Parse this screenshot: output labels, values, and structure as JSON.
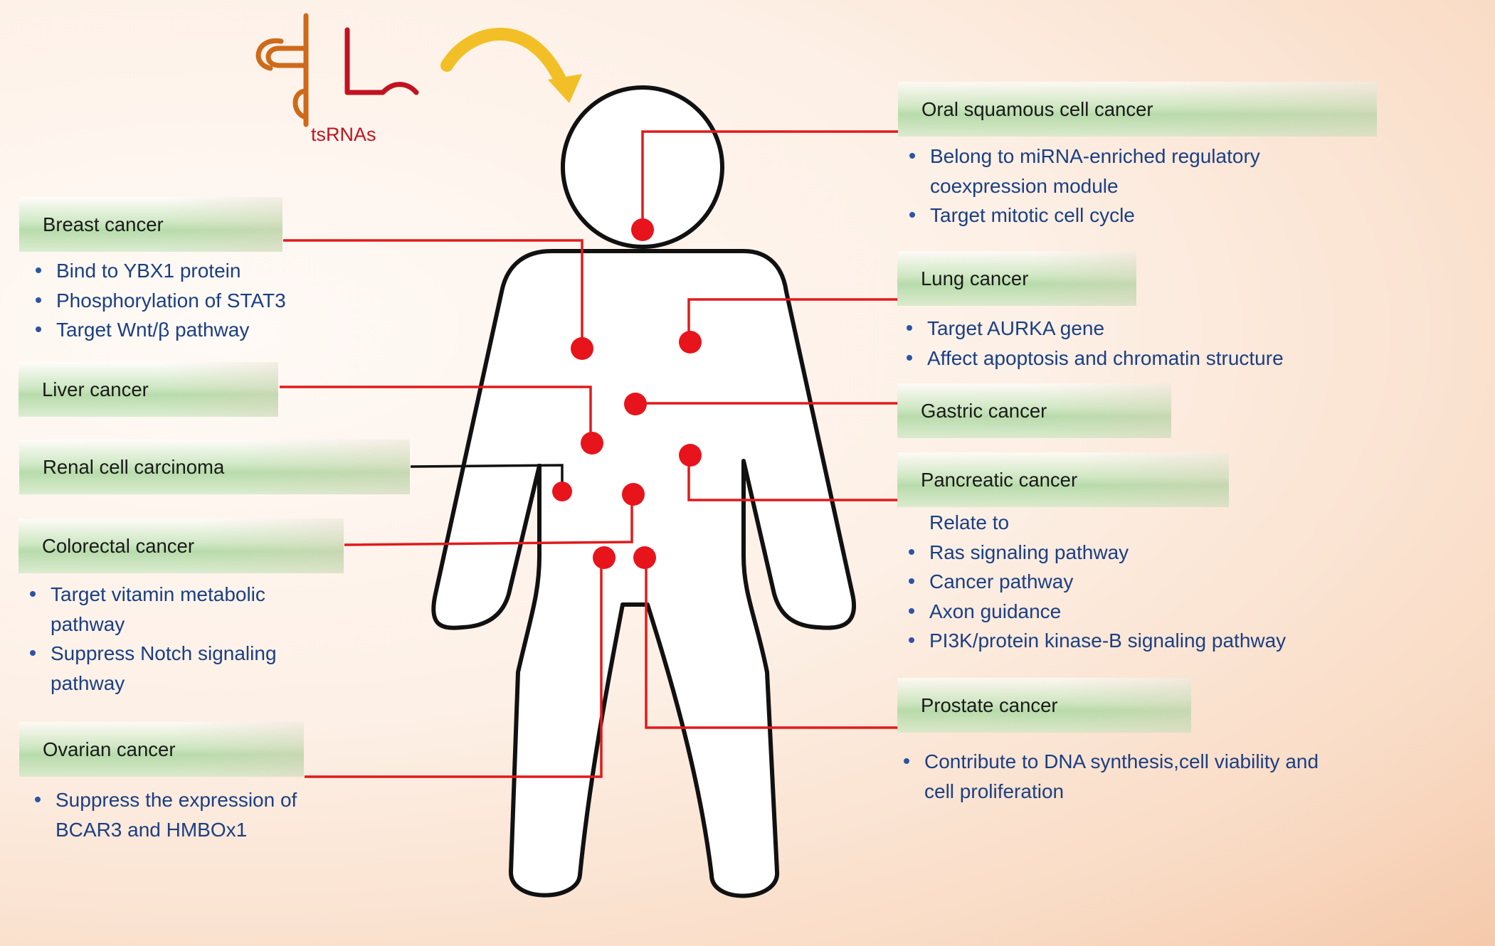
{
  "header": {
    "molecule_label": "tsRNAs",
    "arrow_color": "#f2c026",
    "tsrna_colors": [
      "#cf6a1a",
      "#c1121f"
    ]
  },
  "colors": {
    "line_red": "#e01b1b",
    "dot_red": "#e8141b",
    "line_black": "#111111",
    "text_blue": "#1b3f82",
    "box_green": "#bfe0b1"
  },
  "left_panels": [
    {
      "name": "breast-cancer",
      "title": "Breast cancer",
      "items": [
        "Bind to YBX1 protein",
        "Phosphorylation of STAT3",
        "Target Wnt/β pathway"
      ]
    },
    {
      "name": "liver-cancer",
      "title": "Liver cancer",
      "items": []
    },
    {
      "name": "renal-cell-carcinoma",
      "title": "Renal cell carcinoma",
      "items": []
    },
    {
      "name": "colorectal-cancer",
      "title": "Colorectal cancer",
      "items": [
        "Target vitamin metabolic",
        "pathway",
        "Suppress Notch signaling",
        "pathway"
      ]
    },
    {
      "name": "ovarian-cancer",
      "title": "Ovarian cancer",
      "items": [
        "Suppress the expression of",
        "BCAR3 and HMBOx1"
      ]
    }
  ],
  "right_panels": [
    {
      "name": "oral-squamous-cell-cancer",
      "title": "Oral squamous cell cancer",
      "items": [
        "Belong to miRNA-enriched regulatory",
        "coexpression module",
        "Target mitotic cell cycle"
      ]
    },
    {
      "name": "lung-cancer",
      "title": "Lung cancer",
      "items": [
        "Target AURKA gene",
        "Affect apoptosis and chromatin structure"
      ]
    },
    {
      "name": "gastric-cancer",
      "title": "Gastric cancer",
      "items": []
    },
    {
      "name": "pancreatic-cancer",
      "title": "Pancreatic cancer",
      "items": [
        "Relate to",
        "Ras signaling pathway",
        "Cancer pathway",
        "Axon guidance",
        "PI3K/protein kinase-B signaling pathway"
      ]
    },
    {
      "name": "prostate-cancer",
      "title": "Prostate cancer",
      "items": [
        "Contribute to DNA synthesis,cell viability and",
        "cell proliferation"
      ]
    }
  ]
}
